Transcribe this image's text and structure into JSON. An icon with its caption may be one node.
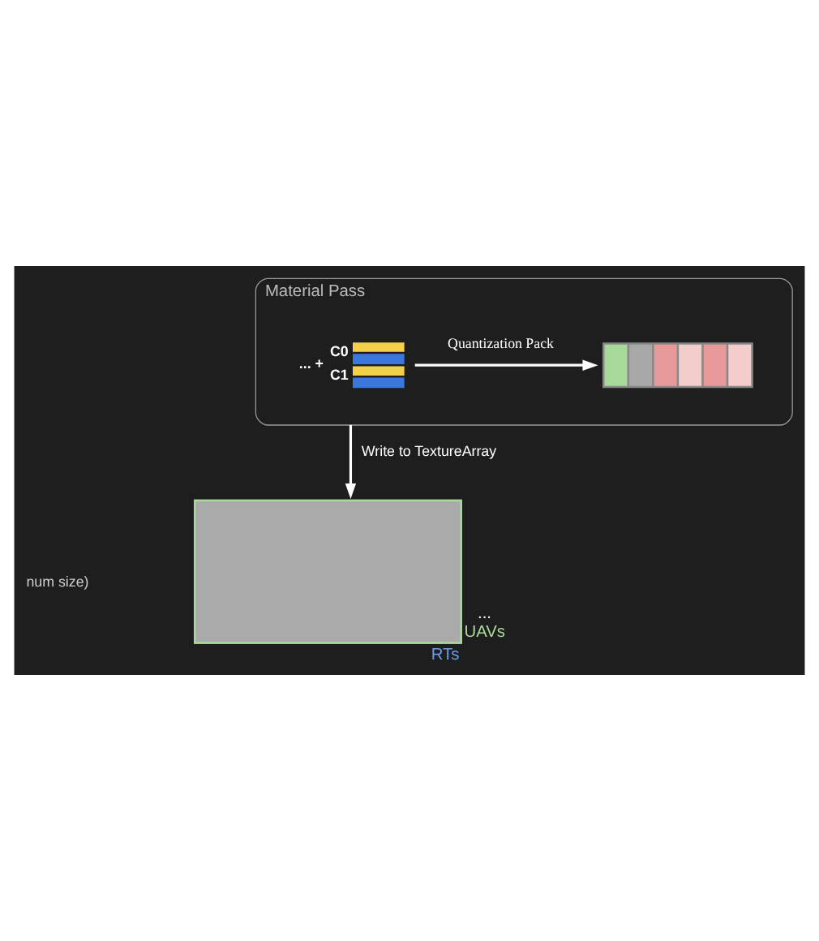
{
  "diagram": {
    "nodes": [
      {
        "text": [
          "Material Pass"
        ]
      },
      {
        "text": [
          "C0",
          "C1"
        ],
        "in": 0,
        "beside": [
          "...",
          "+"
        ]
      },
      {
        "text": [],
        "shape": "bar",
        "in": 0
      },
      {
        "text": [],
        "shape": "box",
        "beside": [
          "...",
          "UAVs",
          "RTs"
        ]
      }
    ],
    "edges": [
      {
        "from": 1,
        "to": 2,
        "arrow": "to",
        "label": "Quantization Pack"
      },
      {
        "from": 0,
        "to": 3,
        "arrow": "to",
        "label": "Write to TextureArray"
      }
    ],
    "labels": [
      "num size)"
    ]
  }
}
